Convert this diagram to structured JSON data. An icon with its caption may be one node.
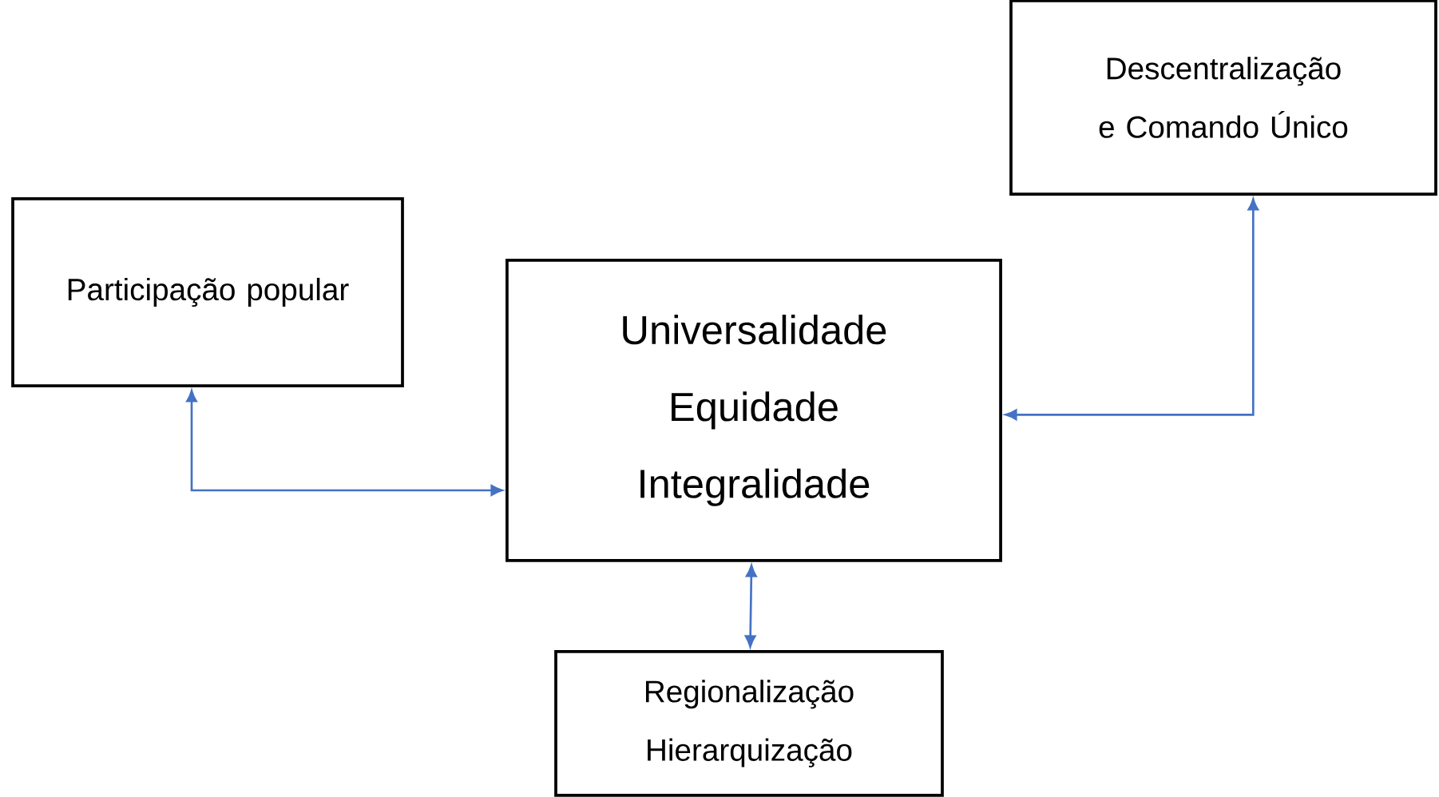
{
  "diagram": {
    "nodes": [
      {
        "text": [
          "Descentralização e Comando Único"
        ]
      },
      {
        "text": [
          "Participação popular"
        ]
      },
      {
        "text": [
          "Universalidade Equidade Integralidade"
        ]
      },
      {
        "text": [
          "Regionalização Hierarquização"
        ]
      }
    ],
    "edges": [
      {
        "from": 1,
        "to": 2,
        "arrow": "both",
        "color": "#4472c4"
      },
      {
        "from": 2,
        "to": 0,
        "arrow": "both",
        "color": "#4472c4"
      },
      {
        "from": 2,
        "to": 3,
        "arrow": "both",
        "color": "#4472c4"
      }
    ]
  }
}
